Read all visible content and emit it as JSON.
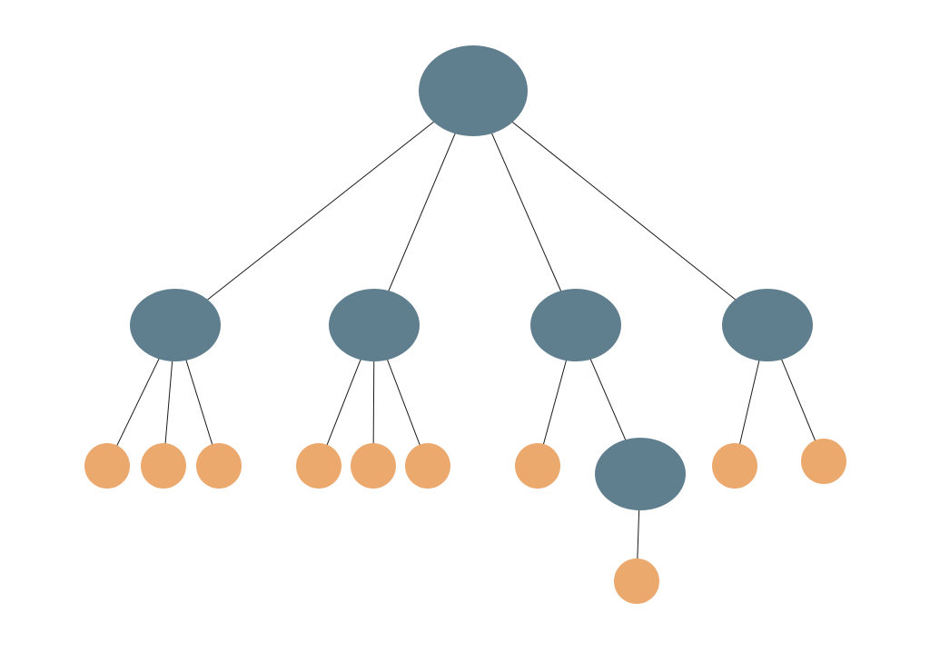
{
  "diagram": {
    "type": "tree",
    "colors": {
      "internal_node": "#5f7f8f",
      "leaf_node": "#eba96e",
      "edge": "#1a1a1a",
      "background": "#ffffff"
    },
    "nodes": [
      {
        "id": "root",
        "kind": "internal",
        "parent": null
      },
      {
        "id": "a",
        "kind": "internal",
        "parent": "root"
      },
      {
        "id": "b",
        "kind": "internal",
        "parent": "root"
      },
      {
        "id": "c",
        "kind": "internal",
        "parent": "root"
      },
      {
        "id": "d",
        "kind": "internal",
        "parent": "root"
      },
      {
        "id": "a1",
        "kind": "leaf",
        "parent": "a"
      },
      {
        "id": "a2",
        "kind": "leaf",
        "parent": "a"
      },
      {
        "id": "a3",
        "kind": "leaf",
        "parent": "a"
      },
      {
        "id": "b1",
        "kind": "leaf",
        "parent": "b"
      },
      {
        "id": "b2",
        "kind": "leaf",
        "parent": "b"
      },
      {
        "id": "b3",
        "kind": "leaf",
        "parent": "b"
      },
      {
        "id": "c1",
        "kind": "leaf",
        "parent": "c"
      },
      {
        "id": "c2",
        "kind": "internal",
        "parent": "c"
      },
      {
        "id": "c2a",
        "kind": "leaf",
        "parent": "c2"
      },
      {
        "id": "d1",
        "kind": "leaf",
        "parent": "d"
      },
      {
        "id": "d2",
        "kind": "leaf",
        "parent": "d"
      }
    ]
  }
}
